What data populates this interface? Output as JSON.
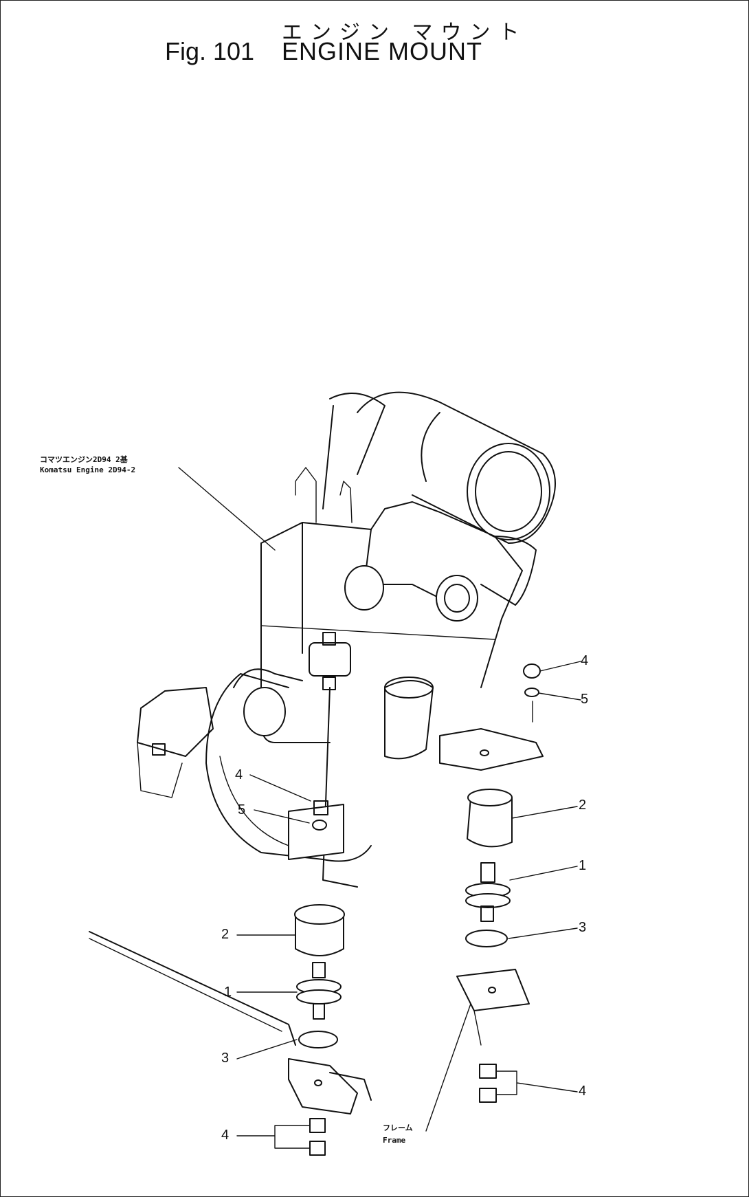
{
  "title": {
    "japanese": "エンジン マウント",
    "figure_number": "Fig. 101",
    "english": "ENGINE MOUNT"
  },
  "engine_label": {
    "japanese": "コマツエンジン2D94 2基",
    "english": "Komatsu Engine 2D94-2"
  },
  "frame_label": {
    "japanese": "フレーム",
    "english": "Frame"
  },
  "callouts": {
    "c4_a": "4",
    "c5_a": "5",
    "c2_a": "2",
    "c1_a": "1",
    "c3_a": "3",
    "c4_b": "4",
    "c5_b": "5",
    "c2_b": "2",
    "c1_b": "1",
    "c3_b": "3",
    "c4_c": "4",
    "c4_d": "4"
  }
}
